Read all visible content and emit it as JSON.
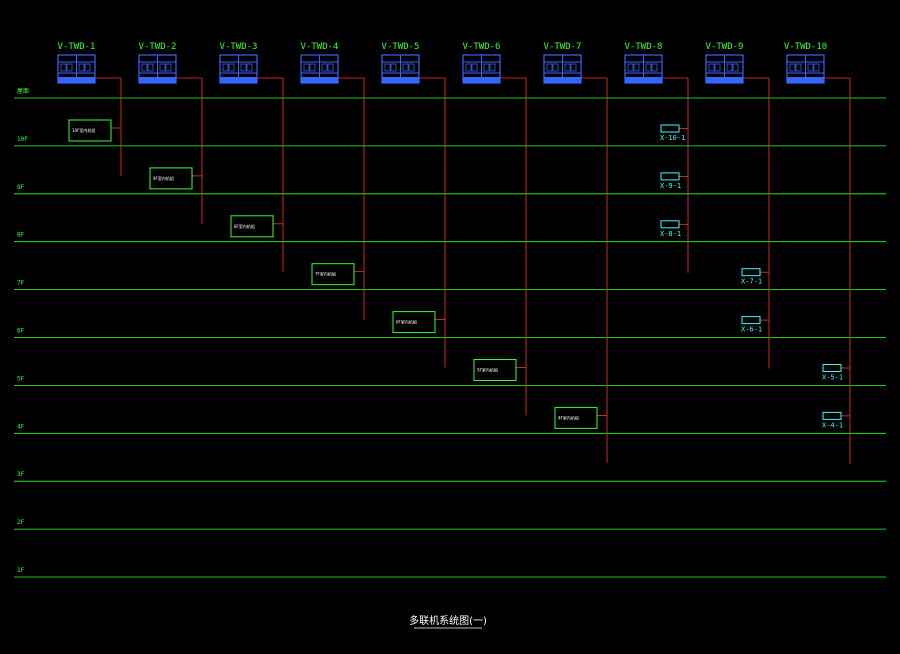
{
  "title": "多联机系统图(一)",
  "floors": [
    "屋面",
    "10F",
    "9F",
    "8F",
    "7F",
    "6F",
    "5F",
    "4F",
    "3F",
    "2F",
    "1F"
  ],
  "outdoor_units": [
    "V-TWD-1",
    "V-TWD-2",
    "V-TWD-3",
    "V-TWD-4",
    "V-TWD-5",
    "V-TWD-6",
    "V-TWD-7",
    "V-TWD-8",
    "V-TWD-9",
    "V-TWD-10"
  ],
  "riser_boxes": [
    {
      "unit": 1,
      "floor": 1,
      "label": "10F室内机组"
    },
    {
      "unit": 2,
      "floor": 2,
      "label": "9F室内机组"
    },
    {
      "unit": 3,
      "floor": 3,
      "label": "8F室内机组"
    },
    {
      "unit": 4,
      "floor": 4,
      "label": "7F室内机组"
    },
    {
      "unit": 5,
      "floor": 5,
      "label": "6F室内机组"
    },
    {
      "unit": 6,
      "floor": 6,
      "label": "5F室内机组"
    },
    {
      "unit": 7,
      "floor": 7,
      "label": "4F室内机组"
    }
  ],
  "indoor_tags": [
    {
      "unit": 8,
      "floor": 1,
      "label": "X-10-1"
    },
    {
      "unit": 8,
      "floor": 2,
      "label": "X-9-1"
    },
    {
      "unit": 8,
      "floor": 3,
      "label": "X-8-1"
    },
    {
      "unit": 9,
      "floor": 4,
      "label": "X-7-1"
    },
    {
      "unit": 9,
      "floor": 5,
      "label": "X-6-1"
    },
    {
      "unit": 10,
      "floor": 6,
      "label": "X-5-1"
    },
    {
      "unit": 10,
      "floor": 7,
      "label": "X-4-1"
    }
  ],
  "colors": {
    "background": "#000000",
    "floor_line": "#33ff33",
    "unit_outline": "#3366ff",
    "pipe": "#ff3333",
    "tag": "#33ffff",
    "box": "#33ff33",
    "text": "#ffffff"
  }
}
